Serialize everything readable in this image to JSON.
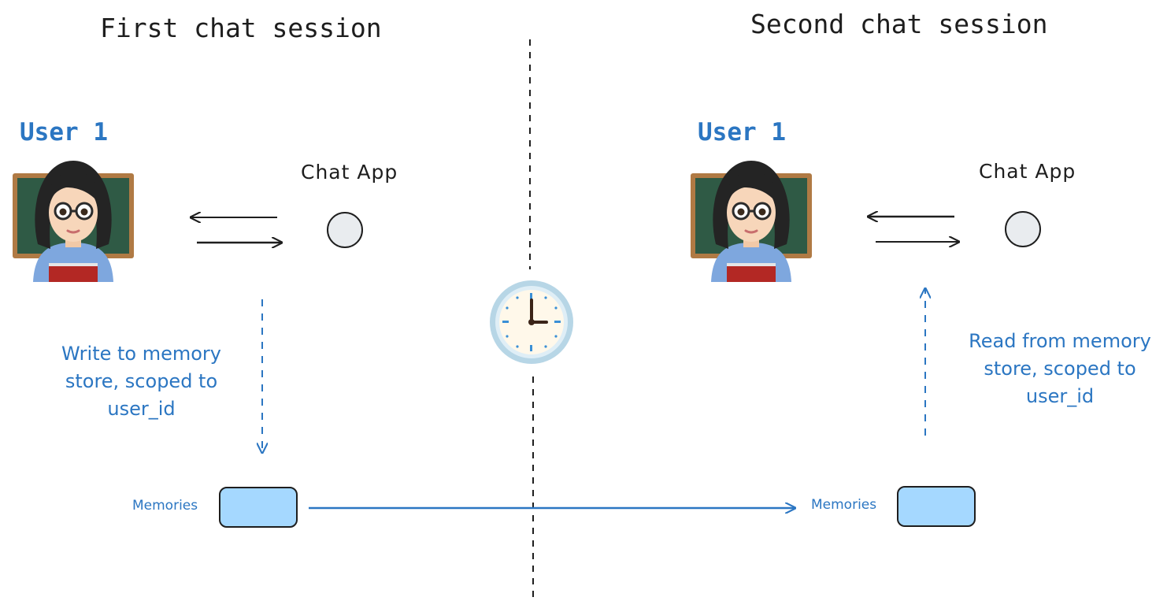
{
  "sessions": [
    {
      "title": "First chat session",
      "user_label": "User 1",
      "app_label": "Chat App",
      "note_lines": [
        "Write to memory",
        "store, scoped to",
        "user_id"
      ],
      "memory_label": "Memories"
    },
    {
      "title": "Second chat session",
      "user_label": "User 1",
      "app_label": "Chat App",
      "note_lines": [
        "Read from memory",
        "store, scoped to",
        "user_id"
      ],
      "memory_label": "Memories"
    }
  ],
  "icons": {
    "user": "teacher-avatar-icon",
    "app": "chat-app-node-icon",
    "time": "clock-icon"
  },
  "colors": {
    "accent": "#2b76c2",
    "memory_fill": "#a5d8ff",
    "ink": "#1e1e1e",
    "node_fill": "#e9ecef"
  }
}
